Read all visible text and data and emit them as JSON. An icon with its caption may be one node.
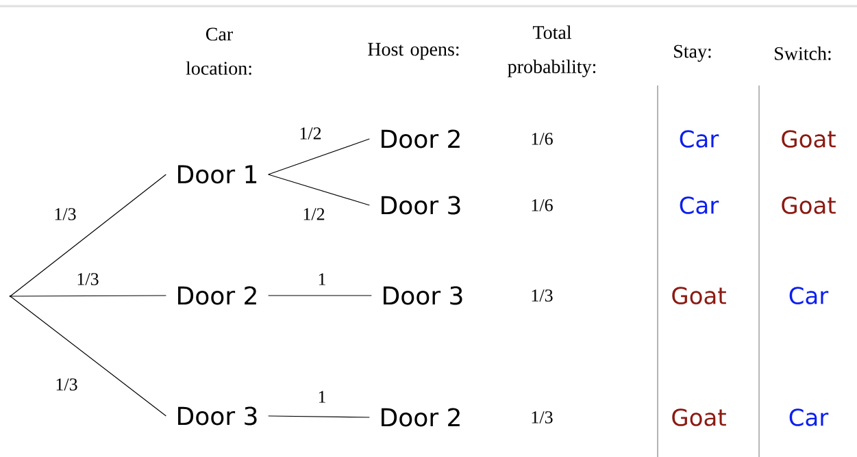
{
  "diagram": {
    "nodes": [
      {
        "text": [],
        "shape": "point"
      },
      {
        "text": [
          "Door 1"
        ]
      },
      {
        "text": [
          "Door 2"
        ]
      },
      {
        "text": [
          "Door 3"
        ]
      },
      {
        "text": [
          "Door 2"
        ]
      },
      {
        "text": [
          "Door 3"
        ]
      },
      {
        "text": [
          "Door 3"
        ]
      },
      {
        "text": [
          "Door 2"
        ]
      }
    ],
    "edges": [
      {
        "from": 0,
        "to": 1,
        "arrow": "none",
        "label": "1/3"
      },
      {
        "from": 0,
        "to": 2,
        "arrow": "none",
        "label": "1/3"
      },
      {
        "from": 0,
        "to": 3,
        "arrow": "none",
        "label": "1/3"
      },
      {
        "from": 1,
        "to": 4,
        "arrow": "none",
        "label": "1/2"
      },
      {
        "from": 1,
        "to": 5,
        "arrow": "none",
        "label": "1/2"
      },
      {
        "from": 2,
        "to": 6,
        "arrow": "none",
        "label": "1"
      },
      {
        "from": 3,
        "to": 7,
        "arrow": "none",
        "label": "1"
      }
    ],
    "labels": [
      "Car location:",
      "Host opens:",
      "Total probability:",
      "Stay:",
      "Switch:",
      "1/6",
      "Car",
      "Goat",
      "1/6",
      "Car",
      "Goat",
      "1/3",
      "Goat",
      "Car",
      "1/3",
      "Goat",
      "Car"
    ]
  }
}
